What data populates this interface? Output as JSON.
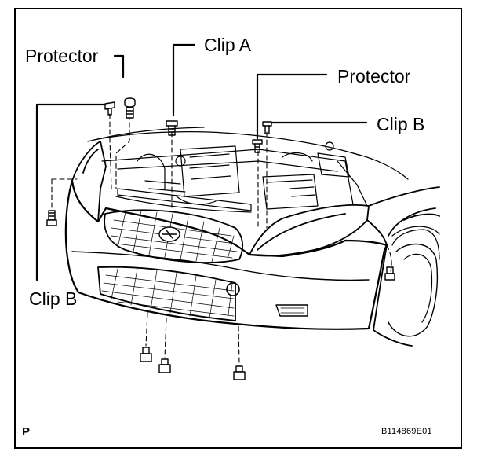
{
  "labels": {
    "protector_left": "Protector",
    "clip_a": "Clip A",
    "protector_right": "Protector",
    "clip_b_right": "Clip B",
    "clip_b_left": "Clip B"
  },
  "corner_mark": "P",
  "figure_id": "B114869E01"
}
